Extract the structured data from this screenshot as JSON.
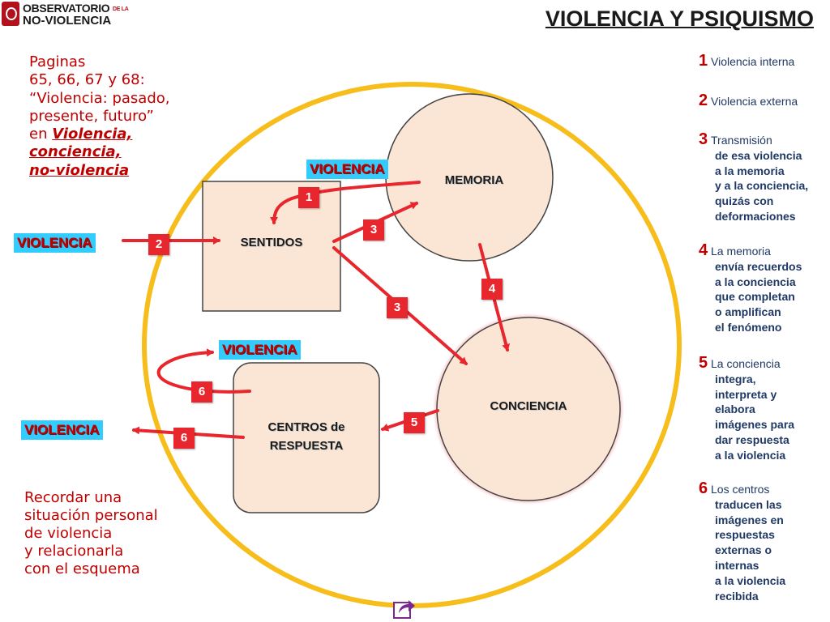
{
  "header": {
    "logo_line1": "OBSERVATORIO",
    "logo_de_la": "DE LA",
    "logo_line2": "NO-VIOLENCIA",
    "title": "VIOLENCIA Y PSIQUISMO"
  },
  "intro": {
    "line1": "Paginas",
    "line2": "65, 66, 67 y 68:",
    "line3": "“Violencia: pasado,",
    "line4": "presente, futuro”",
    "line5_prefix": "en ",
    "line5_em": "Violencia,",
    "line6": "conciencia,",
    "line7": "no-violencia"
  },
  "instruction": {
    "line1": "Recordar una",
    "line2": "situación personal",
    "line3": "de violencia",
    "line4": "y relacionarla",
    "line5": "con el esquema"
  },
  "diagram": {
    "nodes": {
      "sentidos": "SENTIDOS",
      "memoria": "MEMORIA",
      "conciencia": "CONCIENCIA",
      "centros_line1": "CENTROS de",
      "centros_line2": "RESPUESTA"
    },
    "violence_tags": {
      "top": "VIOLENCIA",
      "left_input": "VIOLENCIA",
      "internal_response": "VIOLENCIA",
      "left_output": "VIOLENCIA"
    },
    "step_badges": {
      "internal": "1",
      "external": "2",
      "sentidos_to_memoria": "3",
      "sentidos_to_conciencia": "3",
      "memoria_to_conciencia": "4",
      "conciencia_to_centros": "5",
      "centros_internal": "6",
      "centros_external": "6"
    }
  },
  "legend": [
    {
      "number": "1",
      "lines": [
        "Violencia interna"
      ]
    },
    {
      "number": "2",
      "lines": [
        "Violencia externa"
      ]
    },
    {
      "number": "3",
      "lines": [
        "Transmisión",
        "de esa violencia",
        "a la memoria",
        "y a la conciencia,",
        "quizás con",
        "deformaciones"
      ]
    },
    {
      "number": "4",
      "lines": [
        "La memoria",
        "envía recuerdos",
        "a la conciencia",
        "que completan",
        "o amplifican",
        "el fenómeno"
      ]
    },
    {
      "number": "5",
      "lines": [
        "La conciencia",
        "integra,",
        "interpreta y",
        "elabora",
        "imágenes para",
        "dar respuesta",
        "a la violencia"
      ]
    },
    {
      "number": "6",
      "lines": [
        "Los centros",
        "traducen las",
        "imágenes en",
        "respuestas",
        "externas o",
        "internas",
        "a la violencia",
        "recibida"
      ]
    }
  ],
  "colors": {
    "outer_ring": "#f7bd1b",
    "node_fill": "#fbe6d6",
    "arrow": "#e8262d",
    "badge": "#e8262d",
    "violence_tag_bg": "#33ccff",
    "text_red": "#c00000",
    "legend_text": "#1f3864"
  },
  "icons": {
    "logo": "observatorio-logo-icon",
    "share": "share-arrow-icon"
  }
}
